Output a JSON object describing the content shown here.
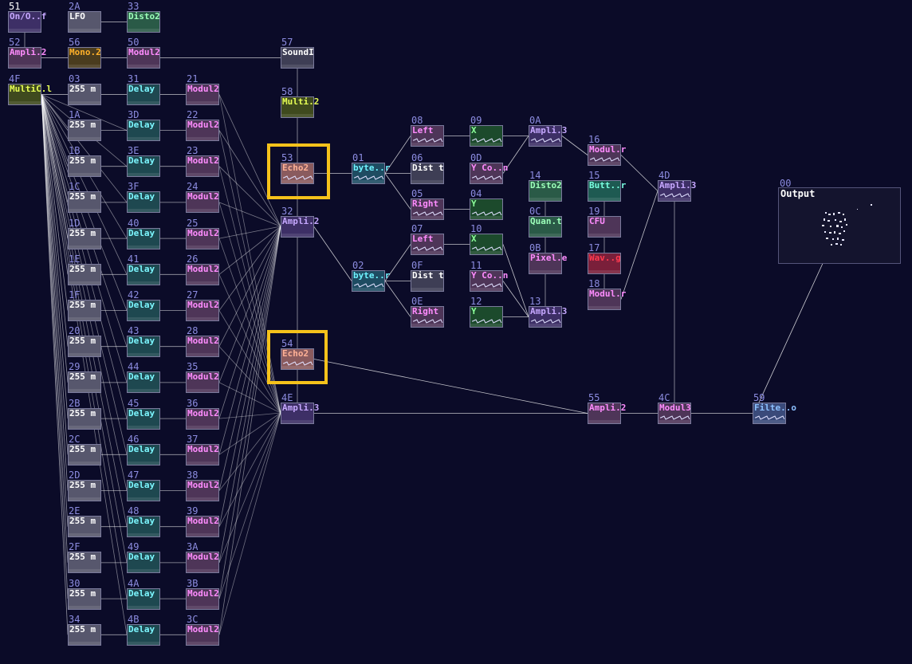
{
  "type_colors": {
    "pink": {
      "bg": "#4e3558",
      "fg": "#ff8cff"
    },
    "cyan": {
      "bg": "#1e4850",
      "fg": "#7cf7ff"
    },
    "white": {
      "bg": "#3e3e55",
      "fg": "#ffffff"
    },
    "gray": {
      "bg": "#57576d",
      "fg": "#ffffff"
    },
    "purple": {
      "bg": "#3d2f66",
      "fg": "#c6a8ff"
    },
    "mint": {
      "bg": "#2a5a47",
      "fg": "#9cffba"
    },
    "lime": {
      "bg": "#3f4a1e",
      "fg": "#e7ff55"
    },
    "orange": {
      "bg": "#4a3c1e",
      "fg": "#ffb12a"
    },
    "salmon": {
      "bg": "#8a5b5e",
      "fg": "#ffb196"
    },
    "teal": {
      "bg": "#1e5a52",
      "fg": "#79ffe0"
    },
    "green": {
      "bg": "#1c4a2c",
      "fg": "#8cff9a"
    },
    "red": {
      "bg": "#7a1f3a",
      "fg": "#ff3a50"
    },
    "blue": {
      "bg": "#3a4a7a",
      "fg": "#8cc0ff"
    },
    "cyanblue": {
      "bg": "#1e4c62",
      "fg": "#6ff2ff"
    }
  },
  "nodes": [
    {
      "id": "51",
      "name": "On/O..f",
      "color": "purple"
    },
    {
      "id": "2A",
      "name": "LFO",
      "color": "gray"
    },
    {
      "id": "33",
      "name": "Disto2",
      "color": "mint"
    },
    {
      "id": "52",
      "name": "Ampli.2",
      "color": "pink"
    },
    {
      "id": "56",
      "name": "Mono.2",
      "color": "orange"
    },
    {
      "id": "50",
      "name": "Modul2",
      "color": "pink"
    },
    {
      "id": "57",
      "name": "SoundI",
      "color": "white"
    },
    {
      "id": "4F",
      "name": "MultiC.l",
      "color": "lime"
    },
    {
      "id": "03",
      "name": "255 m",
      "color": "gray"
    },
    {
      "id": "31",
      "name": "Delay",
      "color": "cyan"
    },
    {
      "id": "21",
      "name": "Modul2",
      "color": "pink"
    },
    {
      "id": "58",
      "name": "Multi.2",
      "color": "lime"
    },
    {
      "id": "1A",
      "name": "255 m",
      "color": "gray"
    },
    {
      "id": "3D",
      "name": "Delay",
      "color": "cyan"
    },
    {
      "id": "22",
      "name": "Modul2",
      "color": "pink"
    },
    {
      "id": "1B",
      "name": "255 m",
      "color": "gray"
    },
    {
      "id": "3E",
      "name": "Delay",
      "color": "cyan"
    },
    {
      "id": "23",
      "name": "Modul2",
      "color": "pink"
    },
    {
      "id": "1C",
      "name": "255 m",
      "color": "gray"
    },
    {
      "id": "3F",
      "name": "Delay",
      "color": "cyan"
    },
    {
      "id": "24",
      "name": "Modul2",
      "color": "pink"
    },
    {
      "id": "1D",
      "name": "255 m",
      "color": "gray"
    },
    {
      "id": "40",
      "name": "Delay",
      "color": "cyan"
    },
    {
      "id": "25",
      "name": "Modul2",
      "color": "pink"
    },
    {
      "id": "1E",
      "name": "255 m",
      "color": "gray"
    },
    {
      "id": "41",
      "name": "Delay",
      "color": "cyan"
    },
    {
      "id": "26",
      "name": "Modul2",
      "color": "pink"
    },
    {
      "id": "1F",
      "name": "255 m",
      "color": "gray"
    },
    {
      "id": "42",
      "name": "Delay",
      "color": "cyan"
    },
    {
      "id": "27",
      "name": "Modul2",
      "color": "pink"
    },
    {
      "id": "20",
      "name": "255 m",
      "color": "gray"
    },
    {
      "id": "43",
      "name": "Delay",
      "color": "cyan"
    },
    {
      "id": "28",
      "name": "Modul2",
      "color": "pink"
    },
    {
      "id": "29",
      "name": "255 m",
      "color": "gray"
    },
    {
      "id": "44",
      "name": "Delay",
      "color": "cyan"
    },
    {
      "id": "35",
      "name": "Modul2",
      "color": "pink"
    },
    {
      "id": "2B",
      "name": "255 m",
      "color": "gray"
    },
    {
      "id": "45",
      "name": "Delay",
      "color": "cyan"
    },
    {
      "id": "36",
      "name": "Modul2",
      "color": "pink"
    },
    {
      "id": "2C",
      "name": "255 m",
      "color": "gray"
    },
    {
      "id": "46",
      "name": "Delay",
      "color": "cyan"
    },
    {
      "id": "37",
      "name": "Modul2",
      "color": "pink"
    },
    {
      "id": "2D",
      "name": "255 m",
      "color": "gray"
    },
    {
      "id": "47",
      "name": "Delay",
      "color": "cyan"
    },
    {
      "id": "38",
      "name": "Modul2",
      "color": "pink"
    },
    {
      "id": "2E",
      "name": "255 m",
      "color": "gray"
    },
    {
      "id": "48",
      "name": "Delay",
      "color": "cyan"
    },
    {
      "id": "39",
      "name": "Modul2",
      "color": "pink"
    },
    {
      "id": "2F",
      "name": "255 m",
      "color": "gray"
    },
    {
      "id": "49",
      "name": "Delay",
      "color": "cyan"
    },
    {
      "id": "3A",
      "name": "Modul2",
      "color": "pink"
    },
    {
      "id": "30",
      "name": "255 m",
      "color": "gray"
    },
    {
      "id": "4A",
      "name": "Delay",
      "color": "cyan"
    },
    {
      "id": "3B",
      "name": "Modul2",
      "color": "pink"
    },
    {
      "id": "34",
      "name": "255 m",
      "color": "gray"
    },
    {
      "id": "4B",
      "name": "Delay",
      "color": "cyan"
    },
    {
      "id": "3C",
      "name": "Modul2",
      "color": "pink"
    },
    {
      "id": "53",
      "name": "Echo2",
      "color": "salmon"
    },
    {
      "id": "32",
      "name": "Ampli.2",
      "color": "purple"
    },
    {
      "id": "54",
      "name": "Echo2",
      "color": "salmon"
    },
    {
      "id": "4E",
      "name": "Ampli.3",
      "color": "purple"
    },
    {
      "id": "01",
      "name": "byte..r",
      "color": "cyanblue"
    },
    {
      "id": "02",
      "name": "byte..r",
      "color": "cyanblue"
    },
    {
      "id": "08",
      "name": "Left",
      "color": "pink"
    },
    {
      "id": "06",
      "name": "Dist t",
      "color": "white"
    },
    {
      "id": "05",
      "name": "Right",
      "color": "pink"
    },
    {
      "id": "07",
      "name": "Left",
      "color": "pink"
    },
    {
      "id": "0F",
      "name": "Dist t",
      "color": "white"
    },
    {
      "id": "0E",
      "name": "Right",
      "color": "pink"
    },
    {
      "id": "09",
      "name": "X",
      "color": "green"
    },
    {
      "id": "0D",
      "name": "Y Co..n",
      "color": "pink"
    },
    {
      "id": "04",
      "name": "Y",
      "color": "green"
    },
    {
      "id": "10",
      "name": "X",
      "color": "green"
    },
    {
      "id": "11",
      "name": "Y Co..n",
      "color": "pink"
    },
    {
      "id": "12",
      "name": "Y",
      "color": "green"
    },
    {
      "id": "0A",
      "name": "Ampli.3",
      "color": "purple"
    },
    {
      "id": "14",
      "name": "Disto2",
      "color": "mint"
    },
    {
      "id": "0C",
      "name": "Quan.t",
      "color": "mint"
    },
    {
      "id": "0B",
      "name": "Pixel.e",
      "color": "pink"
    },
    {
      "id": "13",
      "name": "Ampli.3",
      "color": "purple"
    },
    {
      "id": "16",
      "name": "Modul.r",
      "color": "pink"
    },
    {
      "id": "15",
      "name": "Butt..r",
      "color": "teal"
    },
    {
      "id": "19",
      "name": "CFU",
      "color": "pink"
    },
    {
      "id": "17",
      "name": "Wav..g",
      "color": "red"
    },
    {
      "id": "18",
      "name": "Modul.r",
      "color": "pink"
    },
    {
      "id": "4D",
      "name": "Ampli.3",
      "color": "purple"
    },
    {
      "id": "55",
      "name": "Ampli.2",
      "color": "pink"
    },
    {
      "id": "4C",
      "name": "Modul3",
      "color": "pink"
    },
    {
      "id": "59",
      "name": "Filte..o",
      "color": "blue"
    }
  ],
  "output": {
    "id": "00",
    "name": "Output"
  }
}
